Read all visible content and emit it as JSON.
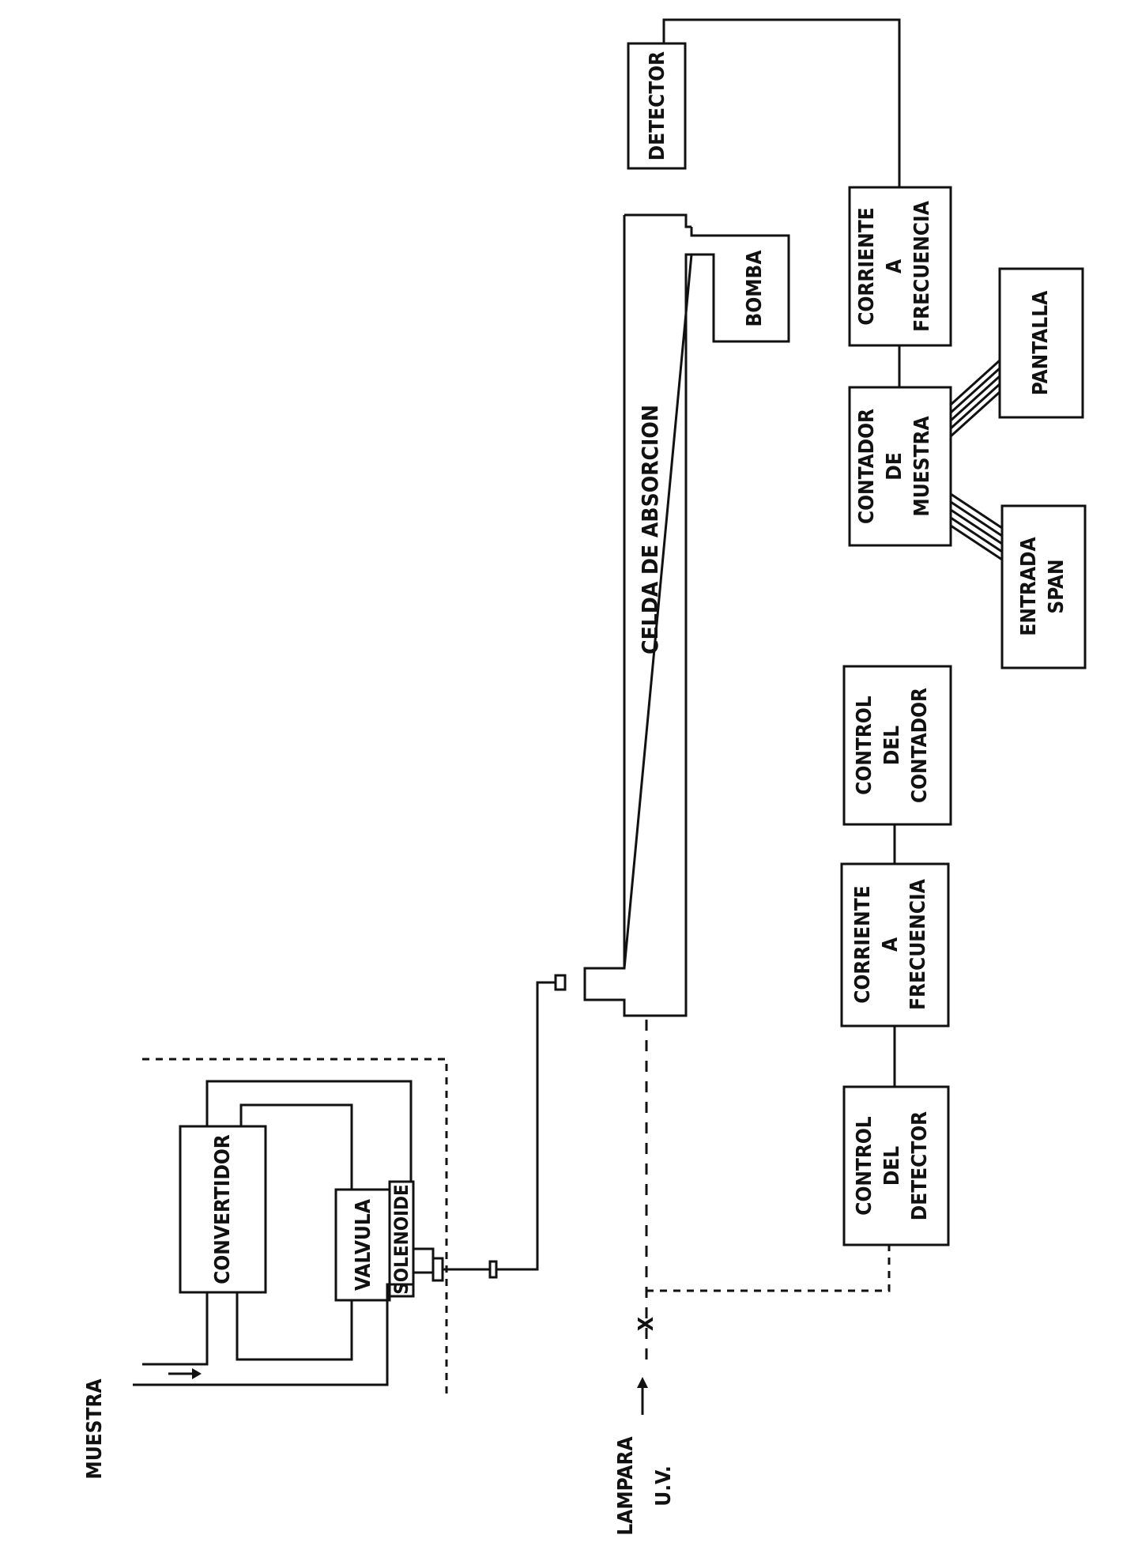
{
  "labels": {
    "muestra": "MUESTRA",
    "convertidor": "CONVERTIDOR",
    "valvula": "VALVULA",
    "solenoide": "SOLENOIDE",
    "lampara": "LAMPARA",
    "uv": "U.V.",
    "x_mark": "X",
    "celda": "CELDA  DE  ABSORCION",
    "bomba": "BOMBA",
    "detector": "DETECTOR",
    "cf_top": [
      "CORRIENTE",
      "A",
      "FRECUENCIA"
    ],
    "contador_muestra": [
      "CONTADOR",
      "DE",
      "MUESTRA"
    ],
    "pantalla": "PANTALLA",
    "entrada_span": [
      "ENTRADA",
      "SPAN"
    ],
    "control_contador": [
      "CONTROL",
      "DEL",
      "CONTADOR"
    ],
    "cf_mid": [
      "CORRIENTE",
      "A",
      "FRECUENCIA"
    ],
    "control_detector": [
      "CONTROL",
      "DEL",
      "DETECTOR"
    ]
  }
}
